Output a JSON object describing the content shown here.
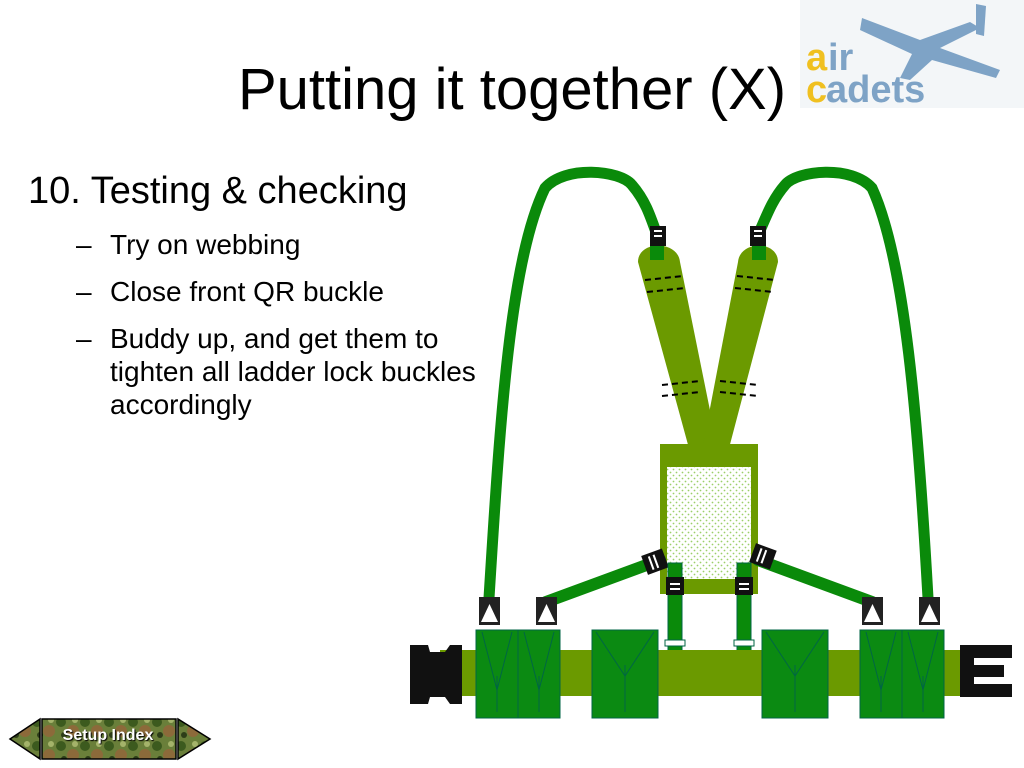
{
  "slide": {
    "title": "Putting it together (X)",
    "heading": "10. Testing & checking",
    "bullets": [
      "Try on webbing",
      "Close front QR buckle",
      "Buddy up, and get them to tighten all ladder lock buckles accordingly"
    ],
    "dash": "–"
  },
  "logo": {
    "word_top": "air",
    "word_bottom": "cadets"
  },
  "nav": {
    "setup_index_label": "Setup Index"
  },
  "colors": {
    "webbing": "#6b9a00",
    "strap": "#0a8a0a",
    "pouch": "#0b8a12",
    "logo_blue": "#7ea3c6",
    "logo_yellow": "#f0c020"
  }
}
